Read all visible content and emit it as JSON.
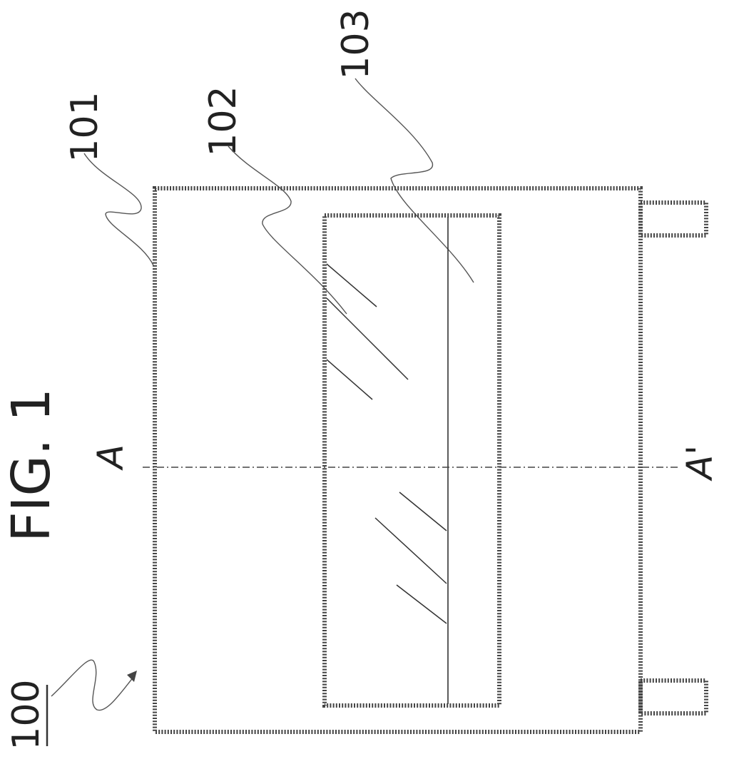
{
  "figure": {
    "title": "FIG. 1",
    "labels": {
      "device": "100",
      "outer_body": "101",
      "inner_region": "102",
      "inner_strip": "103"
    },
    "section_line": {
      "start": "A",
      "end": "A'"
    }
  }
}
